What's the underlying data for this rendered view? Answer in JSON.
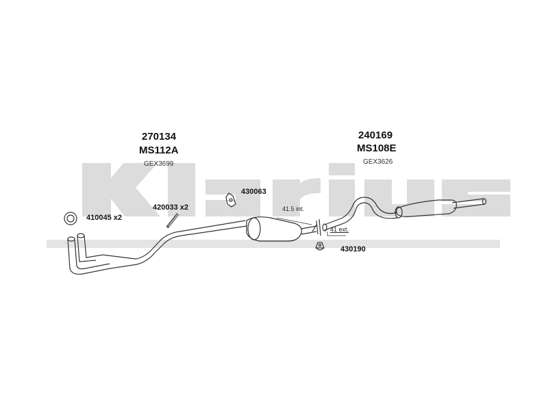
{
  "watermark": {
    "text": "Klarius",
    "color": "#d9d9d9"
  },
  "groups": [
    {
      "part_no": "270134",
      "code": "MS112A",
      "ref": "GEX3699"
    },
    {
      "part_no": "240169",
      "code": "MS108E",
      "ref": "GEX3626"
    }
  ],
  "parts": {
    "gasket": "410045 x2",
    "clamp": "420033 x2",
    "hanger_bracket": "430063",
    "rubber_mount": "430190"
  },
  "notes": {
    "joint_internal": "41.5 int.",
    "joint_external": "41 ext."
  }
}
